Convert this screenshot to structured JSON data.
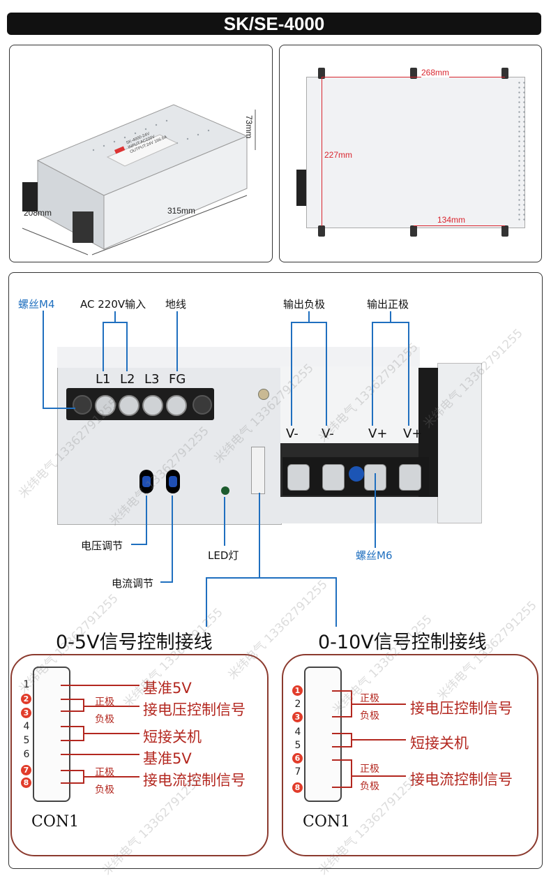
{
  "title": "SK/SE-4000",
  "photo_left": {
    "label_height": "73mm",
    "label_width": "208mm",
    "label_length": "315mm",
    "device_label_lines": [
      "SK-4000-24V",
      "INPUT:AC220V",
      "OUTPUT:24V 166.6A"
    ]
  },
  "photo_right": {
    "label_top": "268mm",
    "label_side": "227mm",
    "label_bottom": "134mm"
  },
  "front_panel": {
    "screw_m4": "螺丝M4",
    "ac_input": "AC 220V输入",
    "ground": "地线",
    "output_negative": "输出负极",
    "output_positive": "输出正极",
    "terminals": [
      "L1",
      "L2",
      "L3",
      "FG"
    ],
    "output_terminals": [
      "V-",
      "V-",
      "V+",
      "V+"
    ],
    "voltage_adjust": "电压调节",
    "current_adjust": "电流调节",
    "led": "LED灯",
    "screw_m6": "螺丝M6"
  },
  "wiring_left": {
    "heading": "0-5V信号控制接线",
    "connector": "CON1",
    "pins": [
      "1",
      "2",
      "3",
      "4",
      "5",
      "6",
      "7",
      "8"
    ],
    "red_pins": [
      "2",
      "3",
      "7",
      "8"
    ],
    "positive": "正极",
    "negative": "负极",
    "signals": [
      "基准5V",
      "接电压控制信号",
      "短接关机",
      "基准5V",
      "接电流控制信号"
    ]
  },
  "wiring_right": {
    "heading": "0-10V信号控制接线",
    "connector": "CON1",
    "pins": [
      "1",
      "2",
      "3",
      "4",
      "5",
      "6",
      "7",
      "8"
    ],
    "red_pins": [
      "1",
      "3",
      "6",
      "8"
    ],
    "positive": "正极",
    "negative": "负极",
    "signals": [
      "接电压控制信号",
      "短接关机",
      "接电流控制信号"
    ]
  },
  "watermark": "米纬电气 13362791255",
  "colors": {
    "accent_red": "#c0241f",
    "label_blue": "#1f6fbf",
    "pin_red": "#e13c2a"
  }
}
